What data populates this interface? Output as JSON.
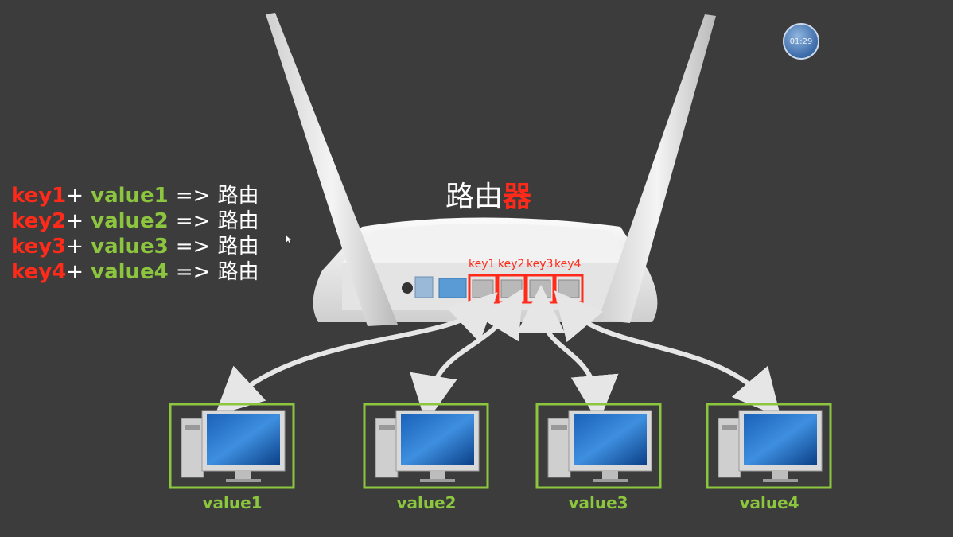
{
  "title": {
    "main": "路由",
    "accent": "器"
  },
  "mappings": [
    {
      "key": "key1",
      "plus": "+",
      "value": "value1",
      "arrow": "=>",
      "target": "路由"
    },
    {
      "key": "key2",
      "plus": "+",
      "value": "value2",
      "arrow": "=>",
      "target": "路由"
    },
    {
      "key": "key3",
      "plus": "+",
      "value": "value3",
      "arrow": "=>",
      "target": "路由"
    },
    {
      "key": "key4",
      "plus": "+",
      "value": "value4",
      "arrow": "=>",
      "target": "路由"
    }
  ],
  "ports": [
    "key1",
    "key2",
    "key3",
    "key4"
  ],
  "computers": [
    "value1",
    "value2",
    "value3",
    "value4"
  ],
  "timer": "01:29",
  "colors": {
    "key": "#ff2a1a",
    "value": "#8cc63f",
    "background": "#3c3c3c"
  }
}
